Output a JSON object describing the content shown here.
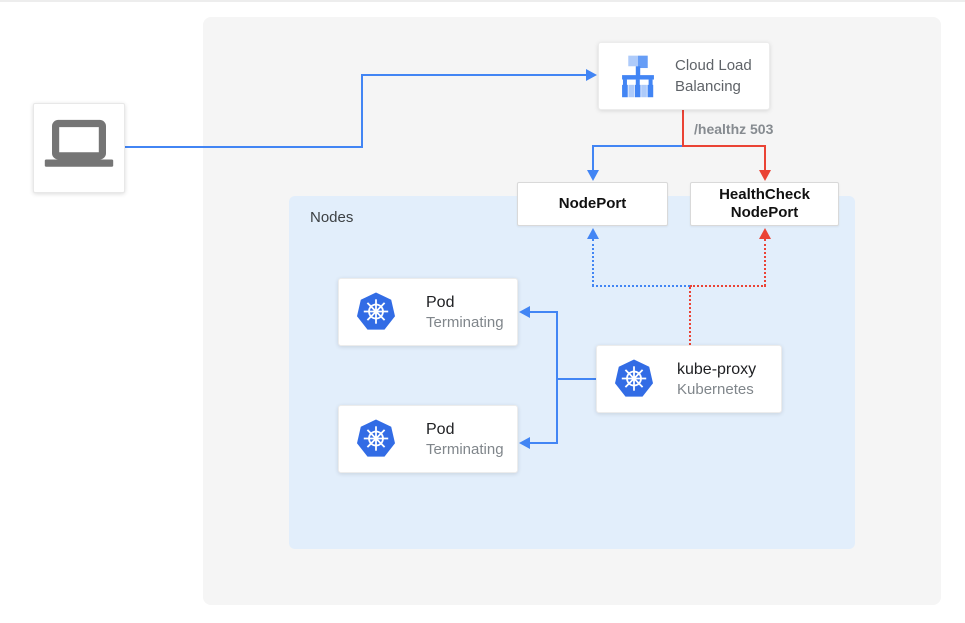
{
  "colors": {
    "traffic_blue": "#4285f4",
    "health_red": "#ea4335",
    "background_panel_gray": "#f5f5f5",
    "nodes_panel_blue": "#e2eefb",
    "kubernetes_blue": "#326ce5",
    "lb_icon_light_blue": "#aecbfa",
    "lb_icon_mid_blue": "#669df6",
    "laptop_gray": "#757575",
    "muted_text_gray": "#80868b",
    "dark_text": "#202124"
  },
  "nodes": {
    "client": {
      "icon": "laptop-icon"
    },
    "cloud_load_balancing": {
      "label": "Cloud Load Balancing",
      "icon": "load-balancer-icon"
    },
    "node_port": {
      "label": "NodePort"
    },
    "health_check_node_port": {
      "label": "HealthCheck NodePort"
    },
    "nodes_group": {
      "label": "Nodes"
    },
    "pod_1": {
      "title": "Pod",
      "subtitle": "Terminating",
      "icon": "kubernetes-icon"
    },
    "pod_2": {
      "title": "Pod",
      "subtitle": "Terminating",
      "icon": "kubernetes-icon"
    },
    "kube_proxy": {
      "title": "kube-proxy",
      "subtitle": "Kubernetes",
      "icon": "kubernetes-icon"
    }
  },
  "edges": {
    "healthz_label": "/healthz 503"
  }
}
